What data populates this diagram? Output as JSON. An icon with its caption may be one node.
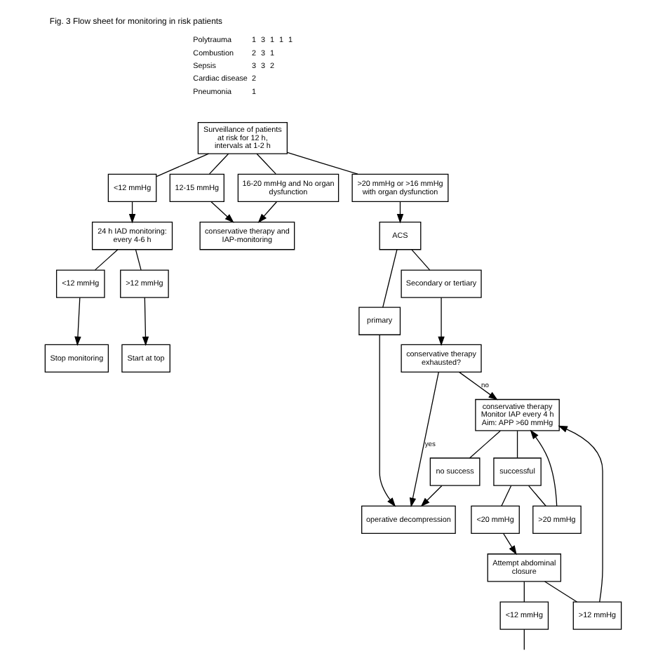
{
  "diagram": {
    "caption": "Fig. 3 Flow sheet for monitoring in risk patients",
    "nodes": [
      {
        "text": [
          "Surveillance of patients at risk for 12 h, intervals at 1-2 h"
        ]
      },
      {
        "text": [
          "<12 mmHg"
        ]
      },
      {
        "text": [
          "12-15 mmHg"
        ]
      },
      {
        "text": [
          "16-20 mmHg and No organ dysfunction"
        ]
      },
      {
        "text": [
          ">20 mmHg or >16 mmHg with organ dysfunction"
        ]
      },
      {
        "text": [
          "24 h IAD monitoring: every 4-6 h"
        ]
      },
      {
        "text": [
          "conservative therapy and IAP-monitoring"
        ]
      },
      {
        "text": [
          "ACS"
        ]
      },
      {
        "text": [
          "<12 mmHg"
        ]
      },
      {
        "text": [
          ">12 mmHg"
        ]
      },
      {
        "text": [
          "primary"
        ]
      },
      {
        "text": [
          "Secondary or tertiary"
        ]
      },
      {
        "text": [
          "Stop monitoring"
        ]
      },
      {
        "text": [
          "Start at top"
        ]
      },
      {
        "text": [
          "operative decompression"
        ]
      },
      {
        "text": [
          "conservative therapy exhausted?"
        ]
      },
      {
        "text": [
          "no success"
        ]
      },
      {
        "text": [
          "successful"
        ]
      },
      {
        "text": [
          "conservative therapy Monitor IAP every 4 h Aim: APP >60 mmHg"
        ]
      },
      {
        "text": [
          "<20 mmHg"
        ]
      },
      {
        "text": [
          ">20 mmHg"
        ]
      },
      {
        "text": [
          "Attempt abdominal closure"
        ]
      },
      {
        "text": [
          "<12 mmHg"
        ]
      },
      {
        "text": [
          ">12 mmHg"
        ]
      }
    ],
    "edges": [
      {
        "from": 0,
        "to": 1,
        "arrow": "none"
      },
      {
        "from": 0,
        "to": 2,
        "arrow": "none"
      },
      {
        "from": 0,
        "to": 3,
        "arrow": "none"
      },
      {
        "from": 0,
        "to": 4,
        "arrow": "none"
      },
      {
        "from": 1,
        "to": 5,
        "arrow": "to"
      },
      {
        "from": 2,
        "to": 6,
        "arrow": "to"
      },
      {
        "from": 3,
        "to": 6,
        "arrow": "to"
      },
      {
        "from": 4,
        "to": 7,
        "arrow": "to"
      },
      {
        "from": 5,
        "to": 8,
        "arrow": "none"
      },
      {
        "from": 5,
        "to": 9,
        "arrow": "none"
      },
      {
        "from": 7,
        "to": 10,
        "arrow": "none"
      },
      {
        "from": 7,
        "to": 11,
        "arrow": "none"
      },
      {
        "from": 8,
        "to": 12,
        "arrow": "to"
      },
      {
        "from": 9,
        "to": 13,
        "arrow": "to"
      },
      {
        "from": 10,
        "to": 14,
        "arrow": "to"
      },
      {
        "from": 11,
        "to": 15,
        "arrow": "to"
      },
      {
        "from": 15,
        "to": 14,
        "arrow": "to",
        "label": "yes"
      },
      {
        "from": 15,
        "to": 18,
        "arrow": "to",
        "label": "no"
      },
      {
        "from": 16,
        "to": 14,
        "arrow": "to"
      },
      {
        "from": 18,
        "to": 16,
        "arrow": "none"
      },
      {
        "from": 18,
        "to": 17,
        "arrow": "none"
      },
      {
        "from": 17,
        "to": 19,
        "arrow": "none"
      },
      {
        "from": 17,
        "to": 20,
        "arrow": "none"
      },
      {
        "from": 19,
        "to": 21,
        "arrow": "to"
      },
      {
        "from": 20,
        "to": 18,
        "arrow": "to"
      },
      {
        "from": 21,
        "to": 22,
        "arrow": "none"
      },
      {
        "from": 21,
        "to": 23,
        "arrow": "none"
      },
      {
        "from": 23,
        "to": 18,
        "arrow": "to"
      },
      {
        "from": 22,
        "to": null,
        "arrow": "none"
      }
    ],
    "labels": [
      "Polytrauma",
      "1",
      "3",
      "1",
      "1",
      "1",
      "Combustion",
      "2",
      "3",
      "1",
      "Sepsis",
      "3",
      "3",
      "2",
      "Cardiac disease",
      "2",
      "Pneumonia",
      "1"
    ]
  }
}
